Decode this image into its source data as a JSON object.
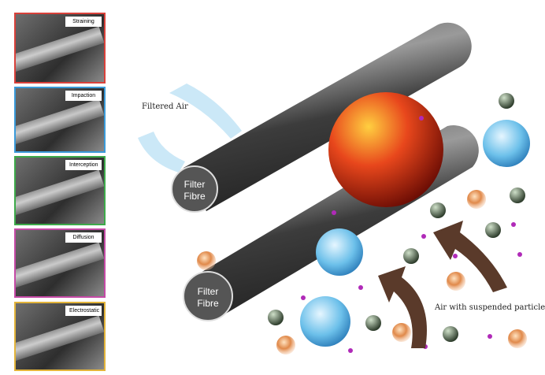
{
  "panels": [
    {
      "label": "Straining",
      "color": "#d9413a"
    },
    {
      "label": "Impaction",
      "color": "#3a9ad9"
    },
    {
      "label": "Interception",
      "color": "#3daa4a"
    },
    {
      "label": "Diffusion",
      "color": "#c54aa6"
    },
    {
      "label": "Electrostatic",
      "color": "#e3b43a"
    }
  ],
  "labels": {
    "filtered_air": "Filtered Air",
    "air_particles": "Air with suspended particles",
    "fibre_top": [
      "Filter",
      "Fibre"
    ],
    "fibre_bottom": [
      "Filter",
      "Fibre"
    ]
  }
}
